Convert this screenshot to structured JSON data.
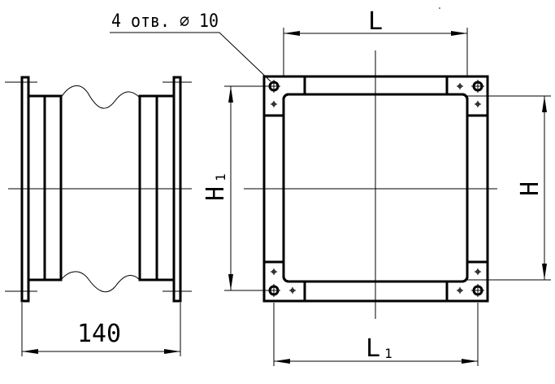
{
  "labels": {
    "holes_note": "4 отв. ⌀ 10",
    "dim_length_140": "140",
    "dim_L": "L",
    "dim_L1": "L",
    "dim_L1_sub": "1",
    "dim_H": "H",
    "dim_H1": "H",
    "dim_H1_sub": "1"
  }
}
